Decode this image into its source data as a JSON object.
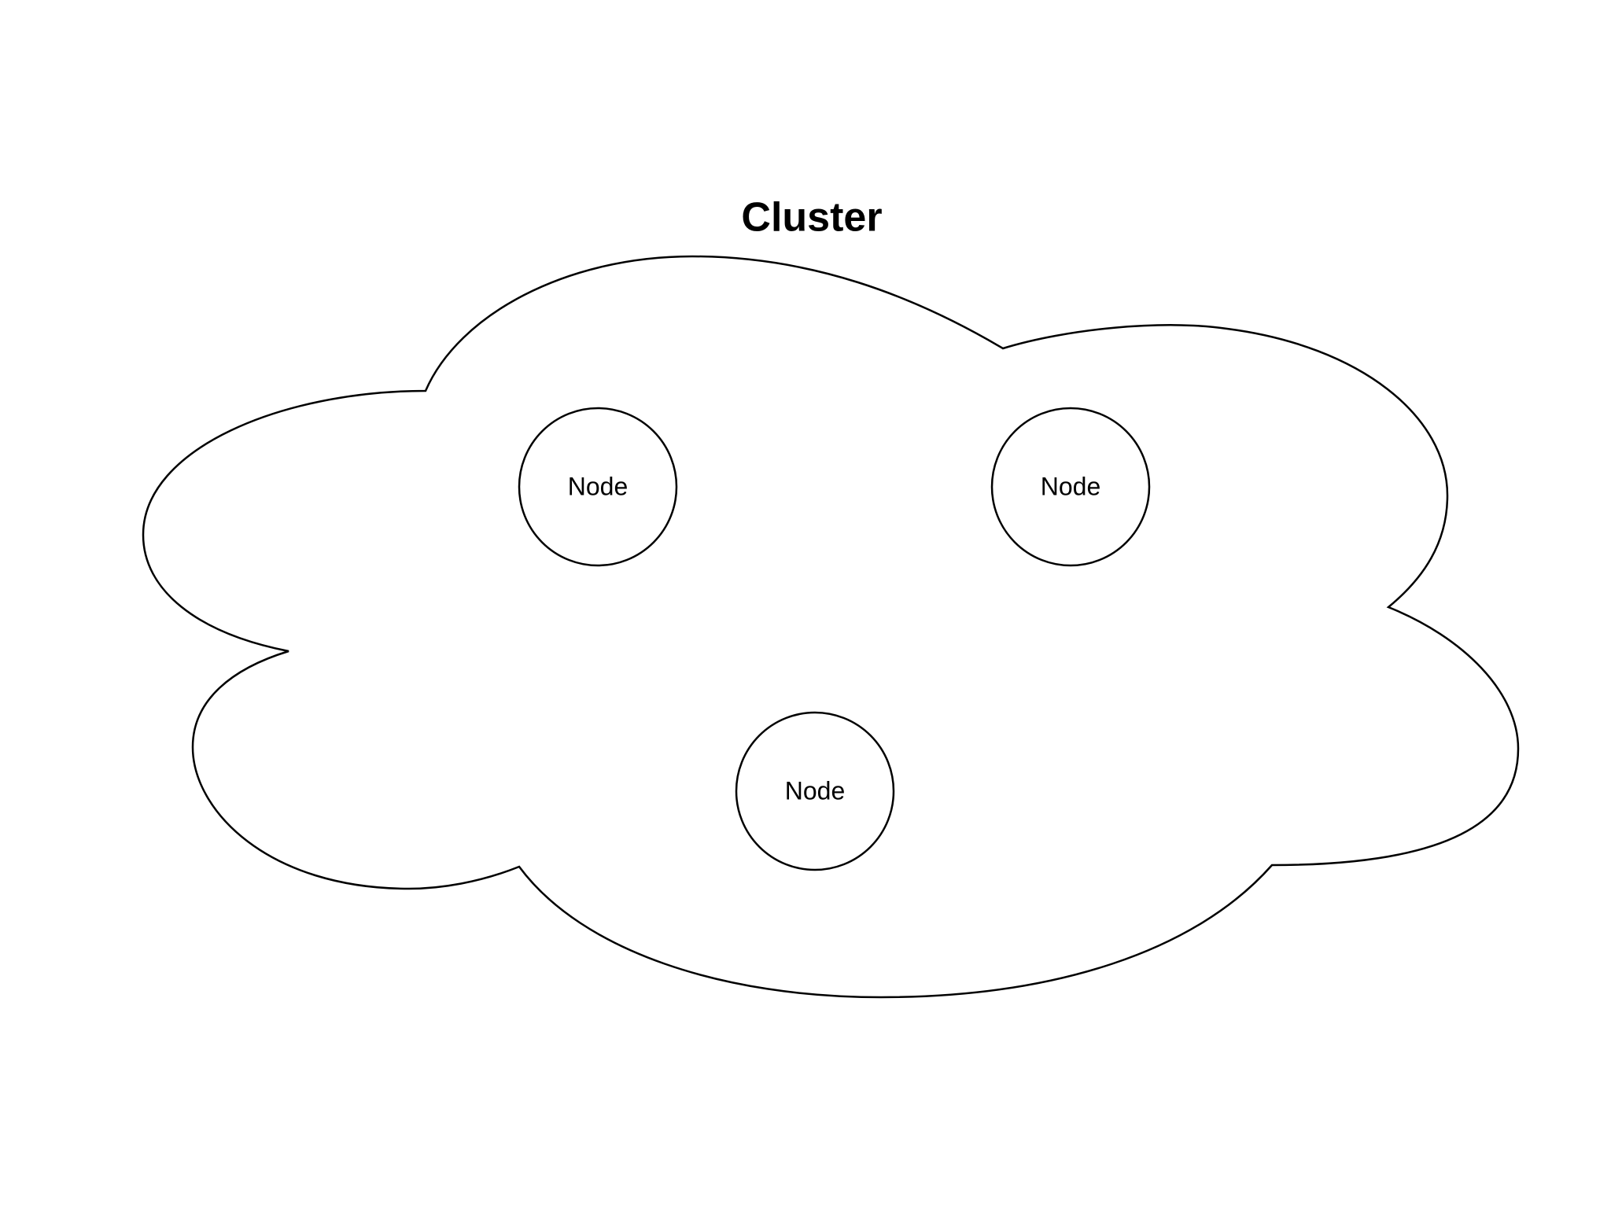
{
  "diagram": {
    "title": "Cluster",
    "colors": {
      "background": "#ffffff",
      "stroke": "#000000",
      "fill": "#ffffff",
      "text": "#000000"
    },
    "nodes": [
      {
        "label": "Node"
      },
      {
        "label": "Node"
      },
      {
        "label": "Node"
      }
    ]
  }
}
